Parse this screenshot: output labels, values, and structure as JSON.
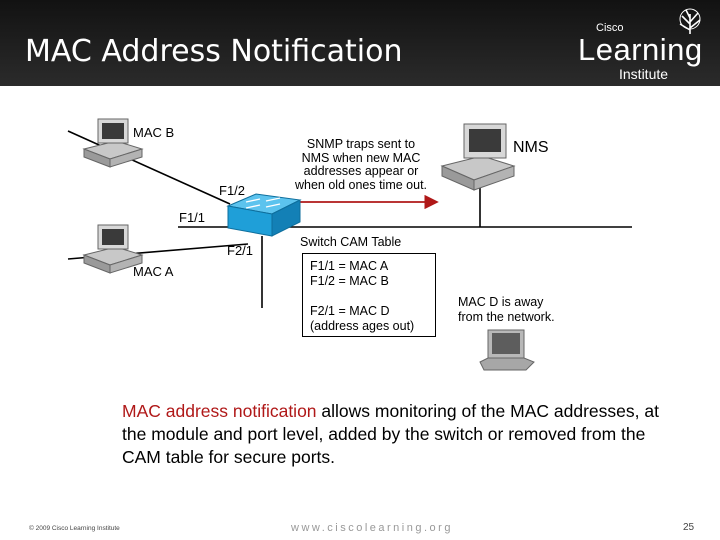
{
  "header": {
    "title": "MAC Address Notification",
    "logo": {
      "brand": "Cisco",
      "word": "Learning",
      "sub": "Institute"
    }
  },
  "diagram": {
    "hosts": {
      "mac_b": "MAC B",
      "mac_a": "MAC A",
      "nms": "NMS"
    },
    "ports": {
      "f1_2": "F1/2",
      "f1_1": "F1/1",
      "f2_1": "F2/1"
    },
    "trap_note": [
      "SNMP traps sent to",
      "NMS when new MAC",
      "addresses appear or",
      "when old ones time out."
    ],
    "cam_table": {
      "title": "Switch CAM Table",
      "rows": [
        "F1/1 = MAC A",
        "F1/2 = MAC B",
        "F2/1 = MAC D",
        "(address ages out)"
      ]
    },
    "away_note": [
      "MAC D is away",
      "from the network."
    ],
    "colors": {
      "arrow": "#b01818",
      "switch": "#1f9fd8",
      "link": "#000000"
    }
  },
  "caption": {
    "highlight": "MAC address notification",
    "rest": " allows monitoring of the  MAC addresses, at the module and port level, added by the switch or removed from the CAM table for secure ports."
  },
  "footer": {
    "copyright": "© 2009 Cisco Learning Institute",
    "url": "www.ciscolearning.org",
    "page": "25"
  }
}
